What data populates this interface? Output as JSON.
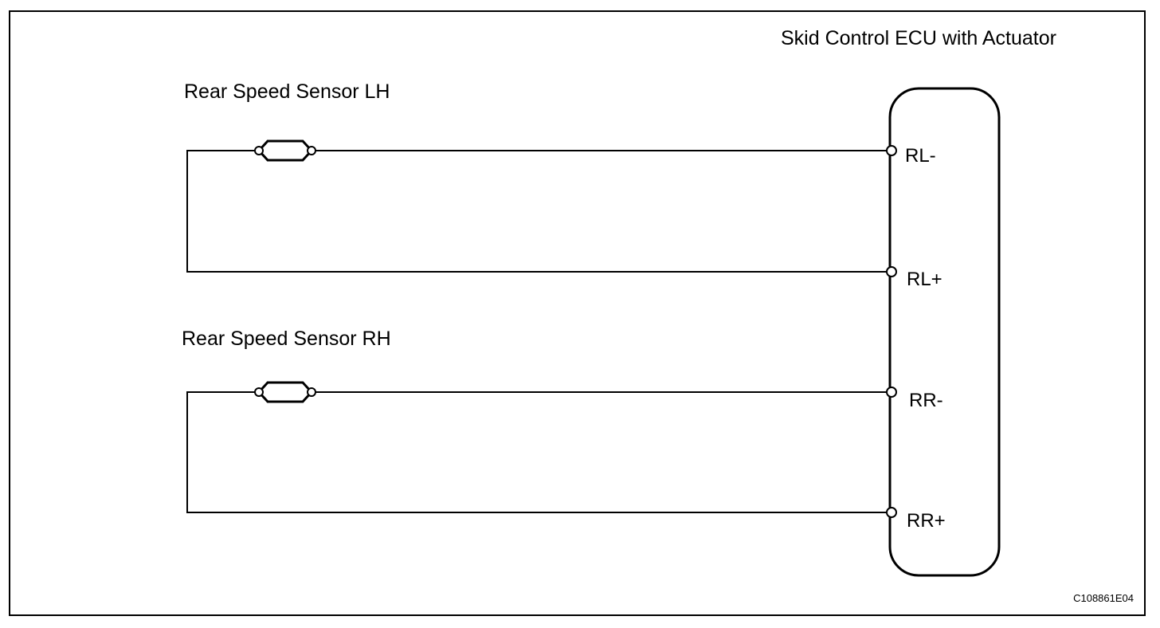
{
  "ecu": {
    "title": "Skid Control ECU with Actuator",
    "pins": [
      "RL-",
      "RL+",
      "RR-",
      "RR+"
    ]
  },
  "sensors": [
    {
      "label": "Rear Speed Sensor LH",
      "pins": [
        "RL-",
        "RL+"
      ]
    },
    {
      "label": "Rear Speed Sensor RH",
      "pins": [
        "RR-",
        "RR+"
      ]
    }
  ],
  "figure_code": "C108861E04",
  "colors": {
    "line": "#000000",
    "background": "#ffffff"
  }
}
